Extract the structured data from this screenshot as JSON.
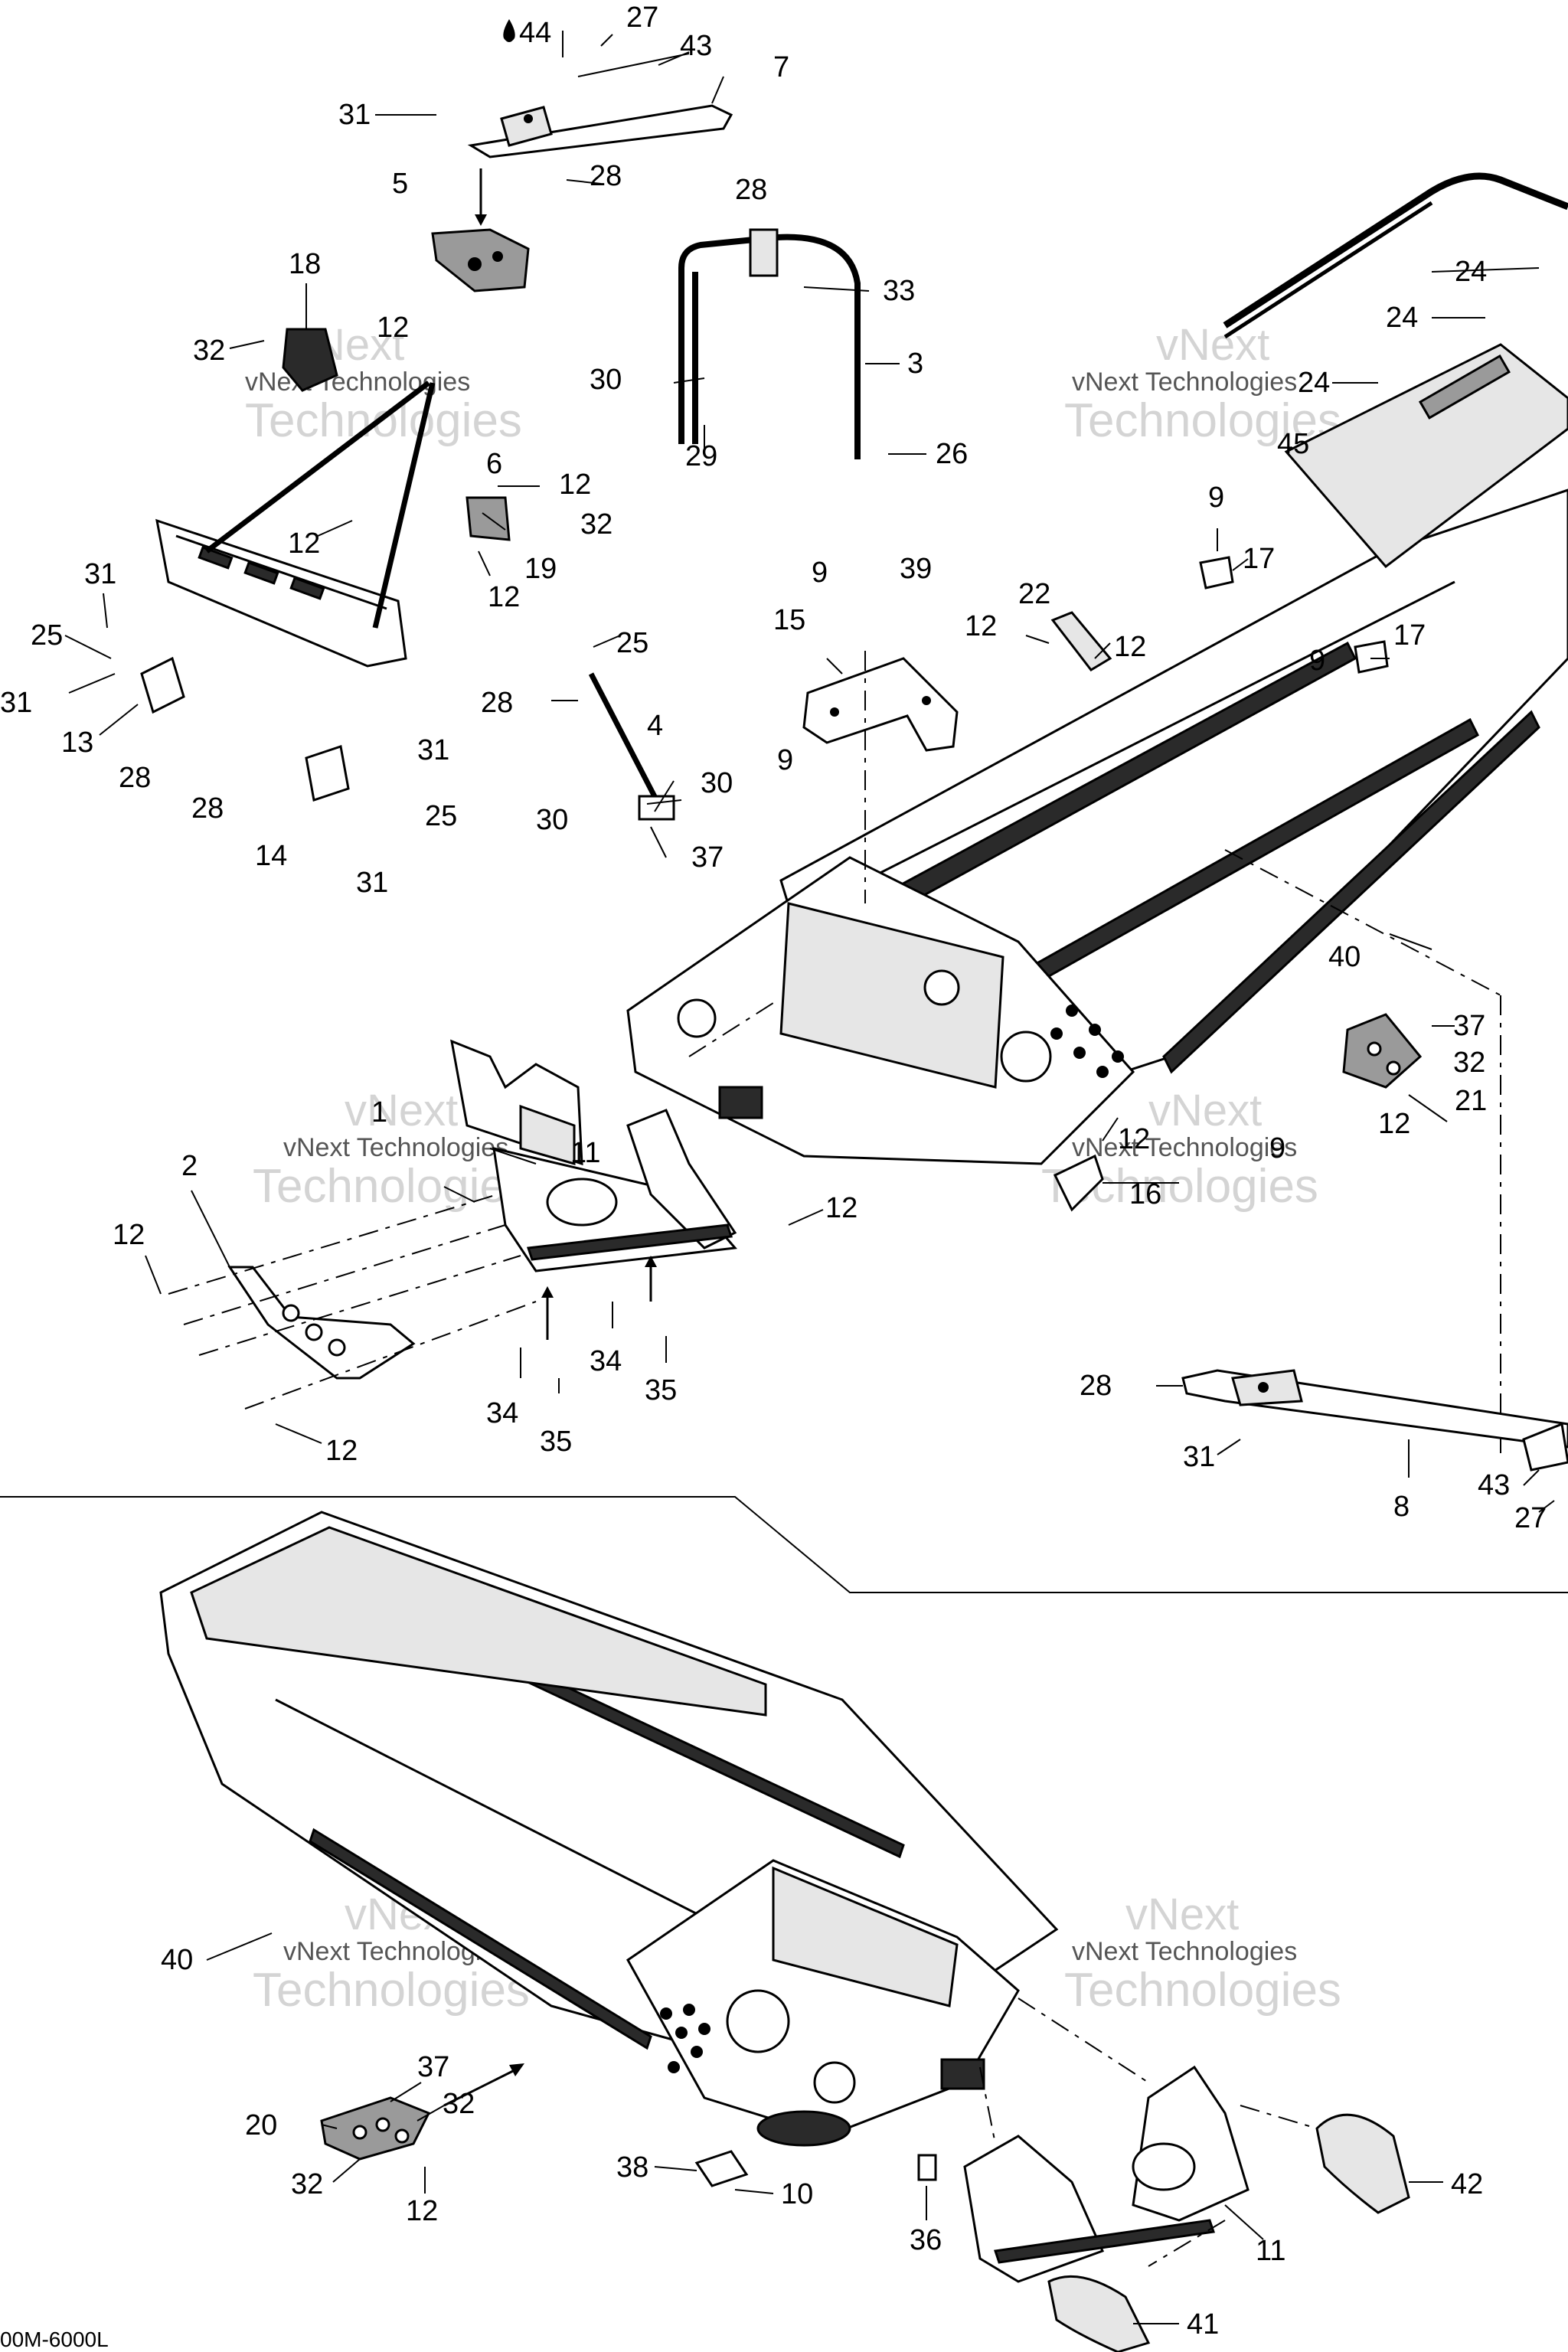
{
  "watermark": {
    "line1": "vNext",
    "line2": "vNext Technologies",
    "line3": "Technologies"
  },
  "figure_code": "00M-6000L",
  "callouts": [
    {
      "id": "c44",
      "text": "44"
    },
    {
      "id": "c27a",
      "text": "27"
    },
    {
      "id": "c43a",
      "text": "43"
    },
    {
      "id": "c7",
      "text": "7"
    },
    {
      "id": "c31a",
      "text": "31"
    },
    {
      "id": "c28a",
      "text": "28"
    },
    {
      "id": "c5",
      "text": "5"
    },
    {
      "id": "c28b",
      "text": "28"
    },
    {
      "id": "c33",
      "text": "33"
    },
    {
      "id": "c3",
      "text": "3"
    },
    {
      "id": "c30a",
      "text": "30"
    },
    {
      "id": "c29",
      "text": "29"
    },
    {
      "id": "c26",
      "text": "26"
    },
    {
      "id": "c18",
      "text": "18"
    },
    {
      "id": "c32a",
      "text": "32"
    },
    {
      "id": "c12a",
      "text": "12"
    },
    {
      "id": "c6",
      "text": "6"
    },
    {
      "id": "c12b",
      "text": "12"
    },
    {
      "id": "c12c",
      "text": "12"
    },
    {
      "id": "c32b",
      "text": "32"
    },
    {
      "id": "c19",
      "text": "19"
    },
    {
      "id": "c12d",
      "text": "12"
    },
    {
      "id": "c31b",
      "text": "31"
    },
    {
      "id": "c25a",
      "text": "25"
    },
    {
      "id": "c31c",
      "text": "31"
    },
    {
      "id": "c13",
      "text": "13"
    },
    {
      "id": "c28c",
      "text": "28"
    },
    {
      "id": "c25b",
      "text": "25"
    },
    {
      "id": "c28d",
      "text": "28"
    },
    {
      "id": "c4",
      "text": "4"
    },
    {
      "id": "c30b",
      "text": "30"
    },
    {
      "id": "c30c",
      "text": "30"
    },
    {
      "id": "c37a",
      "text": "37"
    },
    {
      "id": "c31d",
      "text": "31"
    },
    {
      "id": "c28e",
      "text": "28"
    },
    {
      "id": "c25c",
      "text": "25"
    },
    {
      "id": "c14",
      "text": "14"
    },
    {
      "id": "c31e",
      "text": "31"
    },
    {
      "id": "c24a",
      "text": "24"
    },
    {
      "id": "c24b",
      "text": "24"
    },
    {
      "id": "c24c",
      "text": "24"
    },
    {
      "id": "c45",
      "text": "45"
    },
    {
      "id": "c9a",
      "text": "9"
    },
    {
      "id": "c17a",
      "text": "17"
    },
    {
      "id": "c9b",
      "text": "9"
    },
    {
      "id": "c39",
      "text": "39"
    },
    {
      "id": "c15",
      "text": "15"
    },
    {
      "id": "c12e",
      "text": "12"
    },
    {
      "id": "c22",
      "text": "22"
    },
    {
      "id": "c12f",
      "text": "12"
    },
    {
      "id": "c9c",
      "text": "9"
    },
    {
      "id": "c17b",
      "text": "17"
    },
    {
      "id": "c9d",
      "text": "9"
    },
    {
      "id": "c40a",
      "text": "40"
    },
    {
      "id": "c37b",
      "text": "37"
    },
    {
      "id": "c32c",
      "text": "32"
    },
    {
      "id": "c21",
      "text": "21"
    },
    {
      "id": "c12g",
      "text": "12"
    },
    {
      "id": "c1",
      "text": "1"
    },
    {
      "id": "c2",
      "text": "2"
    },
    {
      "id": "c11a",
      "text": "11"
    },
    {
      "id": "c12h",
      "text": "12"
    },
    {
      "id": "c12i",
      "text": "12"
    },
    {
      "id": "c12j",
      "text": "12"
    },
    {
      "id": "c16",
      "text": "16"
    },
    {
      "id": "c9e",
      "text": "9"
    },
    {
      "id": "c34a",
      "text": "34"
    },
    {
      "id": "c35a",
      "text": "35"
    },
    {
      "id": "c34b",
      "text": "34"
    },
    {
      "id": "c35b",
      "text": "35"
    },
    {
      "id": "c12k",
      "text": "12"
    },
    {
      "id": "c28f",
      "text": "28"
    },
    {
      "id": "c31f",
      "text": "31"
    },
    {
      "id": "c8",
      "text": "8"
    },
    {
      "id": "c43b",
      "text": "43"
    },
    {
      "id": "c27b",
      "text": "27"
    },
    {
      "id": "c40b",
      "text": "40"
    },
    {
      "id": "c37c",
      "text": "37"
    },
    {
      "id": "c32d",
      "text": "32"
    },
    {
      "id": "c20",
      "text": "20"
    },
    {
      "id": "c32e",
      "text": "32"
    },
    {
      "id": "c12l",
      "text": "12"
    },
    {
      "id": "c38",
      "text": "38"
    },
    {
      "id": "c10",
      "text": "10"
    },
    {
      "id": "c36",
      "text": "36"
    },
    {
      "id": "c11b",
      "text": "11"
    },
    {
      "id": "c42",
      "text": "42"
    },
    {
      "id": "c41",
      "text": "41"
    }
  ]
}
